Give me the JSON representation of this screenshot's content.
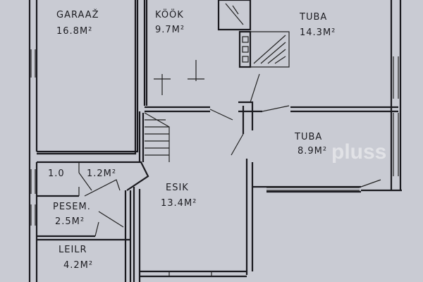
{
  "plan": {
    "rooms": [
      {
        "name": "GARAAŽ",
        "area": "16.8M²"
      },
      {
        "name": "KÖÖK",
        "area": "9.7M²"
      },
      {
        "name": "TUBA",
        "area": "14.3M²"
      },
      {
        "name": "TUBA",
        "area": "8.9M²"
      },
      {
        "name": "1.0",
        "area": "1.2M²"
      },
      {
        "name": "ESIK",
        "area": "13.4M²"
      },
      {
        "name": "PESEM.",
        "area": "2.5M²"
      },
      {
        "name": "LEILR",
        "area": "4.2M²"
      }
    ],
    "watermark": "pluss"
  },
  "colors": {
    "paper": "#c9cbd3",
    "ink": "#1a1a1f"
  }
}
